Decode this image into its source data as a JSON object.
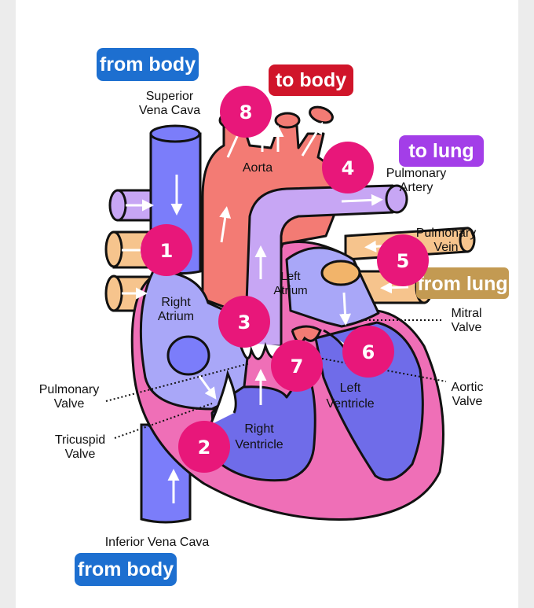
{
  "tags": {
    "from_body_top": "from body",
    "to_body": "to body",
    "to_lung": "to lung",
    "from_lung": "from lung",
    "from_body_bottom": "from body"
  },
  "labels": {
    "superior_vena_cava": [
      "Superior",
      "Vena Cava"
    ],
    "aorta": "Aorta",
    "pulmonary_artery": [
      "Pulmonary",
      "Artery"
    ],
    "pulmonary_vein": [
      "Pulmonary",
      "Vein"
    ],
    "left_atrium": [
      "Left",
      "Atrium"
    ],
    "right_atrium": [
      "Right",
      "Atrium"
    ],
    "mitral_valve": [
      "Mitral",
      "Valve"
    ],
    "aortic_valve": [
      "Aortic",
      "Valve"
    ],
    "pulmonary_valve": [
      "Pulmonary",
      "Valve"
    ],
    "tricuspid_valve": [
      "Tricuspid",
      "Valve"
    ],
    "left_ventricle": [
      "Left",
      "Ventricle"
    ],
    "right_ventricle": [
      "Right",
      "Ventricle"
    ],
    "inferior_vena_cava": "Inferior Vena Cava"
  },
  "steps": [
    "1",
    "2",
    "3",
    "4",
    "5",
    "6",
    "7",
    "8"
  ],
  "colors": {
    "vena_cava": "#7b7dfa",
    "right_heart": "#a9a7f8",
    "pulmonary_artery": "#c7a6f4",
    "aorta": "#f37b74",
    "pulmonary_vein": "#f6c48d",
    "heart_wall": "#ef6fb7",
    "step_marker": "#e8177a",
    "tag_blue": "#1d6fd0",
    "tag_red": "#d0152a",
    "tag_purple": "#a33ee8",
    "tag_gold": "#c39a52"
  }
}
